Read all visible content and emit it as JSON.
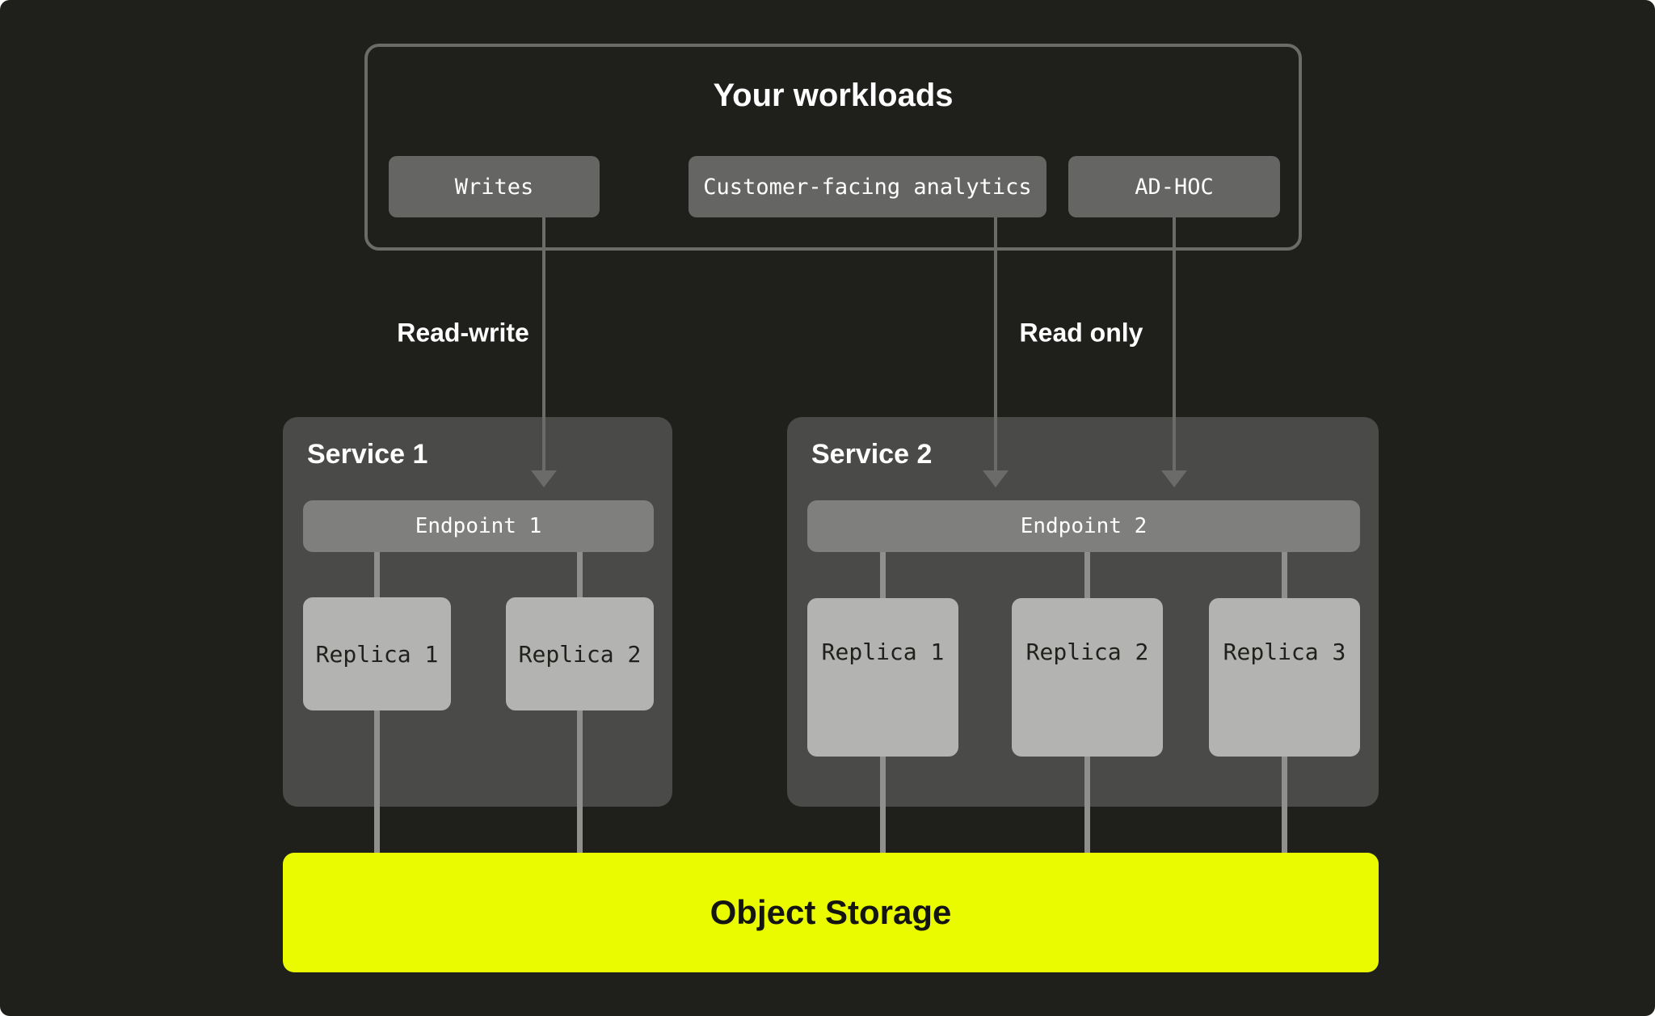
{
  "colors": {
    "canvas_background": "#1F201B",
    "group_border": "#6B6B69",
    "pill_fill": "#656563",
    "service_fill": "#4A4A48",
    "endpoint_fill": "#7F7F7D",
    "replica_fill": "#B3B3B1",
    "replica_text": "#20201D",
    "storage_fill": "#EAFB00",
    "storage_text": "#141411",
    "arrow": "#6B6B69",
    "connector": "#8F8F8D",
    "light_text": "#FFFFFF"
  },
  "workloads": {
    "title": "Your workloads",
    "items": [
      {
        "label": "Writes"
      },
      {
        "label": "Customer-facing analytics"
      },
      {
        "label": "AD-HOC"
      }
    ]
  },
  "edges": {
    "read_write_label": "Read-write",
    "read_only_label": "Read only"
  },
  "services": [
    {
      "title": "Service 1",
      "endpoint": "Endpoint 1",
      "replicas": [
        "Replica 1",
        "Replica 2"
      ]
    },
    {
      "title": "Service 2",
      "endpoint": "Endpoint 2",
      "replicas": [
        "Replica 1",
        "Replica 2",
        "Replica 3"
      ]
    }
  ],
  "storage": {
    "label": "Object Storage"
  }
}
